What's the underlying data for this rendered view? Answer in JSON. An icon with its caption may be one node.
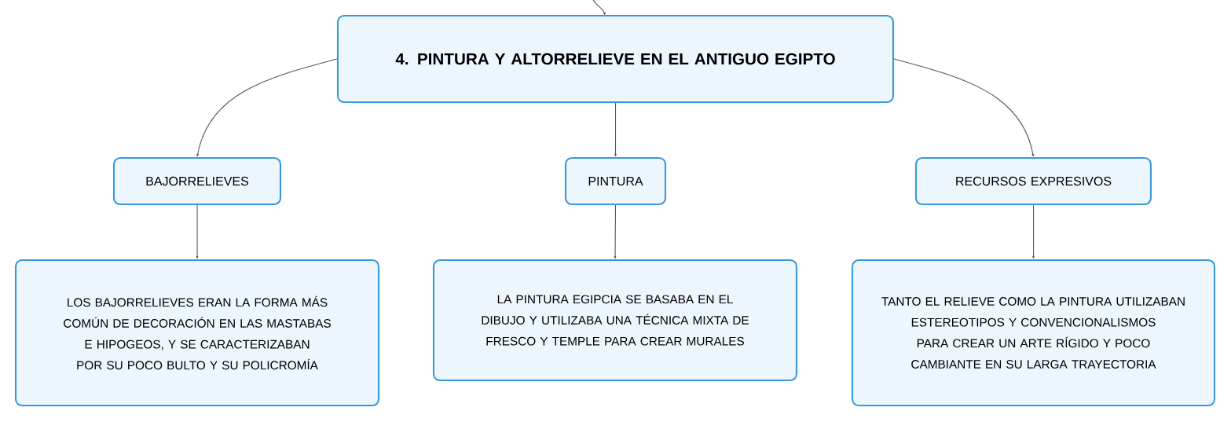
{
  "diagram": {
    "nodes": [
      {
        "text": [
          "4. PINTURA Y ALTORRELIEVE EN EL ANTIGUO EGIPTO"
        ]
      },
      {
        "text": [
          "BAJORRELIEVES"
        ]
      },
      {
        "text": [
          "PINTURA"
        ]
      },
      {
        "text": [
          "RECURSOS EXPRESIVOS"
        ]
      },
      {
        "text": [
          "LOS BAJORRELIEVES ERAN LA FORMA MÁS COMÚN DE DECORACIÓN EN LAS MASTABAS E HIPOGEOS, Y SE CARACTERIZABAN POR SU POCO BULTO Y SU POLICROMÍA"
        ]
      },
      {
        "text": [
          "LA PINTURA EGIPCIA SE BASABA EN EL DIBUJO Y UTILIZABA UNA TÉCNICA MIXTA DE FRESCO Y TEMPLE PARA CREAR MURALES"
        ]
      },
      {
        "text": [
          "TANTO EL RELIEVE COMO LA PINTURA UTILIZABAN ESTEREOTIPOS Y CONVENCIONALISMOS PARA CREAR UN ARTE RÍGIDO Y POCO CAMBIANTE EN SU LARGA TRAYECTORIA"
        ]
      }
    ],
    "edges": [
      {
        "from": null,
        "to": 0,
        "arrow": "to"
      },
      {
        "from": 0,
        "to": 1,
        "arrow": "to"
      },
      {
        "from": 0,
        "to": 2,
        "arrow": "to"
      },
      {
        "from": 0,
        "to": 3,
        "arrow": "to"
      },
      {
        "from": 1,
        "to": 4,
        "arrow": "to"
      },
      {
        "from": 2,
        "to": 5,
        "arrow": "to"
      },
      {
        "from": 3,
        "to": 6,
        "arrow": "to"
      }
    ]
  }
}
